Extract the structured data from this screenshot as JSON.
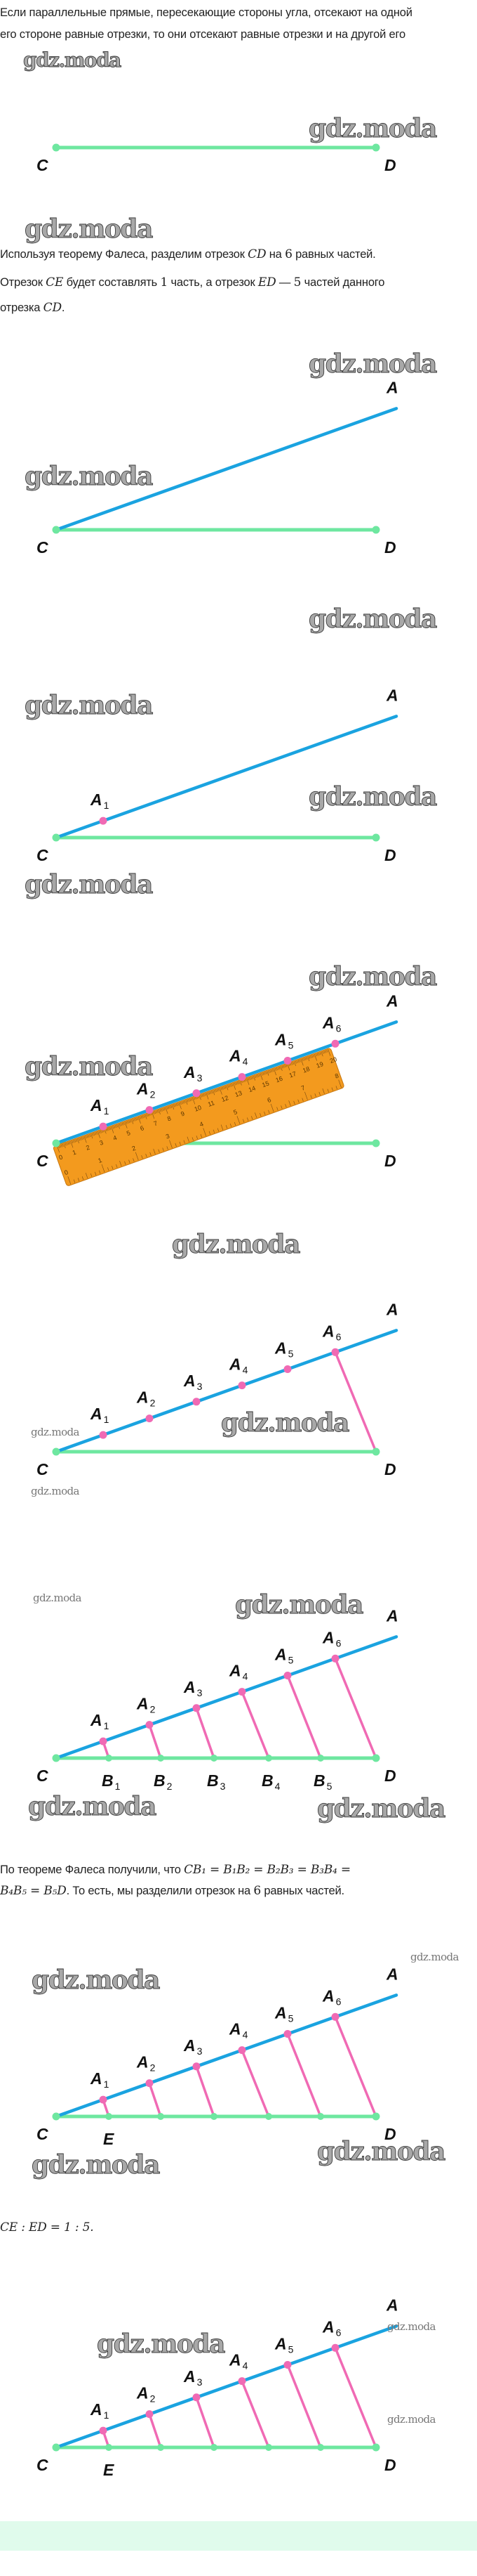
{
  "watermark": "gdz.moda",
  "colors": {
    "segment": "#6ee7a0",
    "ray": "#1aa3e0",
    "point": "#f06ab4",
    "connector": "#f06ab4",
    "ruler": "#f39a1e",
    "band": "#e0fbec"
  },
  "text": {
    "p1": [
      [
        {
          "t": "Если параллельные прямые, пересекающие стороны угла, отсекают на одной"
        }
      ],
      [
        {
          "t": "его стороне равные отрезки, то они отсекают равные отрезки и на другой его"
        }
      ]
    ],
    "p2": [
      [
        {
          "t": "Используя теорему Фалеса, разделим отрезок "
        },
        {
          "t": "CD",
          "m": 1
        },
        {
          "t": " на "
        },
        {
          "t": "6",
          "n": 1
        },
        {
          "t": " равных частей."
        }
      ],
      [
        {
          "t": "Отрезок "
        },
        {
          "t": "CE",
          "m": 1
        },
        {
          "t": " будет составлять "
        },
        {
          "t": "1",
          "n": 1
        },
        {
          "t": " часть, а отрезок "
        },
        {
          "t": "ED",
          "m": 1
        },
        {
          "t": " — "
        },
        {
          "t": "5",
          "n": 1
        },
        {
          "t": " частей данного"
        }
      ],
      [
        {
          "t": "отрезка "
        },
        {
          "t": "CD",
          "m": 1
        },
        {
          "t": "."
        }
      ]
    ],
    "p3": [
      [
        {
          "t": "По теореме Фалеса получили, что "
        },
        {
          "t": "CB₁ = B₁B₂ = B₂B₃ = B₃B₄ =",
          "m": 1
        }
      ],
      [
        {
          "t": "B₄B₅ = B₅D",
          "m": 1
        },
        {
          "t": ". То есть, мы разделили отрезок на "
        },
        {
          "t": "6",
          "n": 1
        },
        {
          "t": " равных частей."
        }
      ]
    ],
    "p4": [
      [
        {
          "t": "CE : ED = 1 : 5.",
          "m": 1
        }
      ]
    ]
  },
  "labels": {
    "C": "C",
    "D": "D",
    "A": "A",
    "E": "E",
    "Ai": "A",
    "Bi": "B",
    "subs": [
      "1",
      "2",
      "3",
      "4",
      "5",
      "6"
    ]
  },
  "ruler": {
    "top_scale": [
      "0",
      "1",
      "2",
      "3",
      "4",
      "5",
      "6",
      "7",
      "8",
      "9",
      "10",
      "11",
      "12",
      "13",
      "14",
      "15",
      "16",
      "17",
      "18",
      "19",
      "20"
    ],
    "bottom_scale": [
      "0",
      "1",
      "2",
      "3",
      "4",
      "5",
      "6",
      "7",
      "8"
    ]
  },
  "figures": [
    {
      "ray": false,
      "a_points": 0,
      "connectors": [],
      "bottom": "none",
      "ruler": false
    },
    {
      "ray": true,
      "a_points": 0,
      "connectors": [],
      "bottom": "none",
      "ruler": false
    },
    {
      "ray": true,
      "a_points": 1,
      "connectors": [],
      "bottom": "none",
      "ruler": false
    },
    {
      "ray": true,
      "a_points": 6,
      "connectors": [],
      "bottom": "none",
      "ruler": true
    },
    {
      "ray": true,
      "a_points": 6,
      "connectors": [
        6
      ],
      "bottom": "none",
      "ruler": false
    },
    {
      "ray": true,
      "a_points": 6,
      "connectors": [
        1,
        2,
        3,
        4,
        5,
        6
      ],
      "bottom": "B",
      "ruler": false
    },
    {
      "ray": true,
      "a_points": 6,
      "connectors": [
        1,
        2,
        3,
        4,
        5,
        6
      ],
      "bottom": "E",
      "ruler": false
    },
    {
      "ray": true,
      "a_points": 6,
      "connectors": [
        1,
        2,
        3,
        4,
        5,
        6
      ],
      "bottom": "E",
      "ruler": false
    }
  ]
}
